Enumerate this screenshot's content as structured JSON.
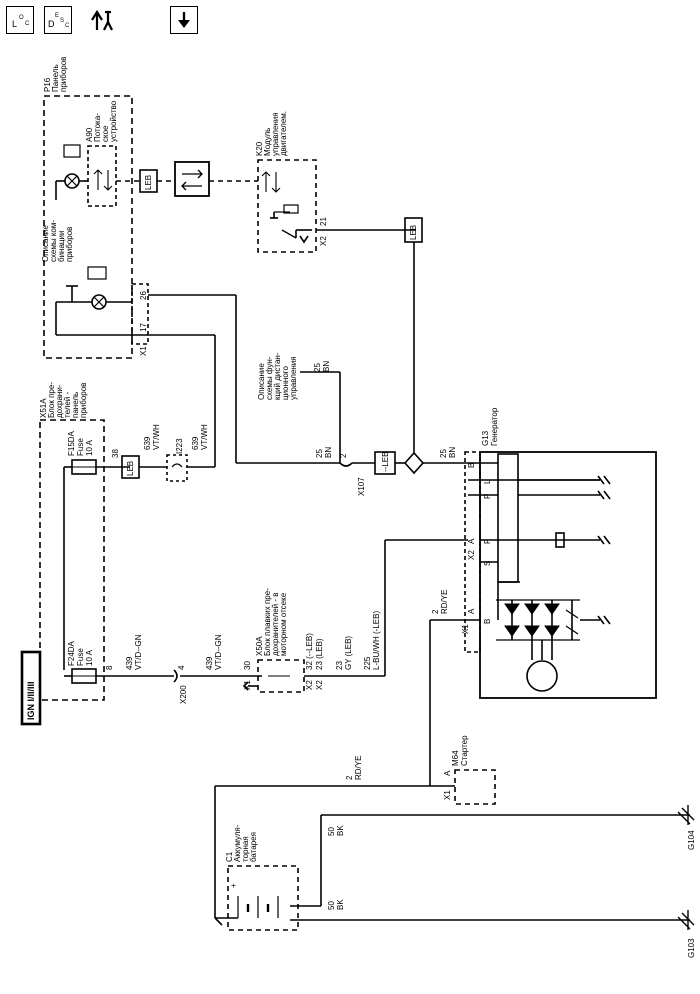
{
  "toolbar": {
    "loc": {
      "main": "L",
      "sub": "O",
      "sub2": "C"
    },
    "desc": {
      "main": "D",
      "sub": "E",
      "sub2": "S",
      "sub3": "C"
    },
    "nav_icon": "navigation-arrows-icon",
    "down_icon": "down-arrow-icon"
  },
  "ign_label": "IGN I/II/III",
  "fuses": {
    "f24da": [
      "F24DA",
      "Fuse",
      "10 A"
    ],
    "f15da": [
      "F15DA",
      "Fuse",
      "10 A"
    ]
  },
  "components": {
    "x51a": [
      "X51A",
      "Блок пре-",
      "дохрани-",
      "телей -",
      "панель",
      "приборов"
    ],
    "p16": [
      "P16",
      "Панель",
      "приборов"
    ],
    "a90": [
      "A90",
      "Потока-",
      "ское",
      "устройство"
    ],
    "k20": [
      "K20",
      "Модуль",
      "управления",
      "двигателем."
    ],
    "cluster_desc": [
      "Описание",
      "схемы ком-",
      "бинации",
      "приборов"
    ],
    "func_desc": [
      "Описание",
      "схемы фун-",
      "кций дистан-",
      "ционного",
      "управления"
    ],
    "x50a": [
      "X50A",
      "Блок плавких пре-",
      "дохранителей - в",
      "моторном отсеке"
    ],
    "g13": [
      "G13",
      "Генератор"
    ],
    "m64": [
      "M64",
      "Стартер"
    ],
    "c1": [
      "C1",
      "Аккумуля-",
      "торная",
      "батарея"
    ]
  },
  "grounds": {
    "g103": "G103",
    "g104": "G104"
  },
  "wires": {
    "w439_vt_dgn_a": [
      "439",
      "VT/D--GN"
    ],
    "w439_vt_dgn_b": [
      "439",
      "VT/D--GN"
    ],
    "w639_vt_wh_a": [
      "639",
      "VT/WH"
    ],
    "w639_vt_wh_b": [
      "639",
      "VT/WH"
    ],
    "w25_bn_a": [
      "25",
      "BN"
    ],
    "w25_bn_b": [
      "25",
      "BN"
    ],
    "w25_bn_c": [
      "25",
      "BN"
    ],
    "w23_gy_leb": [
      "23",
      "GY (LEB)"
    ],
    "w225": [
      "225",
      "L-BU/WH (-LEB)"
    ],
    "w2_rdye_a": [
      "2",
      "RD/YE"
    ],
    "w2_rdye_b": [
      "2",
      "RD/YE"
    ],
    "w50_bk_a": [
      "50",
      "BK"
    ],
    "w50_bk_b": [
      "50",
      "BK"
    ]
  },
  "pins": {
    "p8": "8",
    "p38": "38",
    "p4": "4",
    "p30": "30",
    "p26": "26",
    "p17": "17",
    "p21": "21",
    "p2_x107": "2",
    "p32": "32 (--LEB)",
    "p23": "23 (LEB)"
  },
  "connectors": {
    "x200": "X200",
    "x107": "X107",
    "i223": "I223",
    "x1_p16": "X1",
    "x2_k20": "X2",
    "x1_x50a": "X1",
    "x2_x50a_a": "X2",
    "x2_x50a_b": "X2",
    "x1_g13": "X1",
    "x2_g13": "X2",
    "x1_m64": "X1"
  },
  "terminals": {
    "g13_b_top": "B",
    "g13_l": "L",
    "g13_p": "P",
    "g13_a": "A",
    "g13_f": "F",
    "g13_s": "S",
    "g13_a2": "A",
    "g13_b": "B",
    "m64_a": "A"
  },
  "leb_tags": {
    "leb1": "LEB",
    "leb2": "LEB",
    "nleb1": "--LEB",
    "nleb2": "--LEB"
  },
  "battery_plus": "+"
}
